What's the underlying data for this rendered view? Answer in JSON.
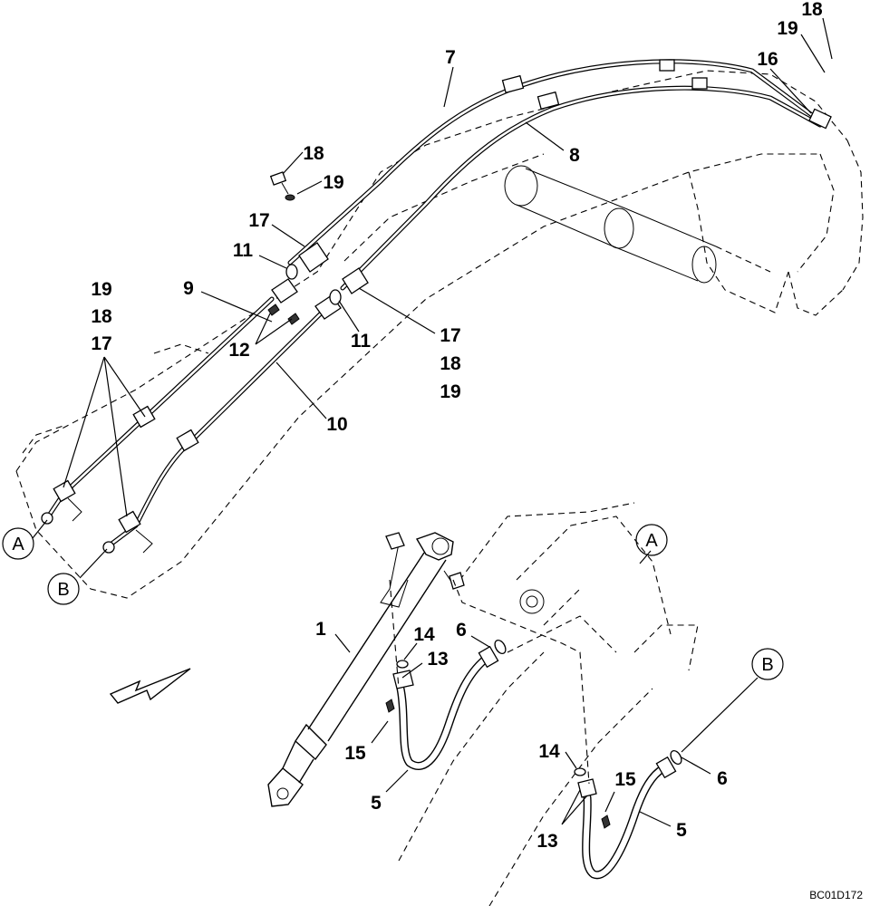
{
  "diagram": {
    "callouts": {
      "a": "A",
      "b": "B"
    },
    "labels": {
      "l18_top": "18",
      "l19_top": "19",
      "l16": "16",
      "l7": "7",
      "l8": "8",
      "l18_mid": "18",
      "l19_mid": "19",
      "l17_mid": "17",
      "l11_left": "11",
      "l9": "9",
      "l12": "12",
      "l11_right": "11",
      "l17_right": "17",
      "l18_right": "18",
      "l19_right": "19",
      "l10": "10",
      "l19_left": "19",
      "l18_left": "18",
      "l17_left": "17",
      "l1": "1",
      "l14_a": "14",
      "l13_a": "13",
      "l6_a": "6",
      "l15_a": "15",
      "l5_a": "5",
      "l14_b": "14",
      "l13_b": "13",
      "l15_b": "15",
      "l6_b": "6",
      "l5_b": "5"
    },
    "drawing_code": "BC01D172"
  }
}
